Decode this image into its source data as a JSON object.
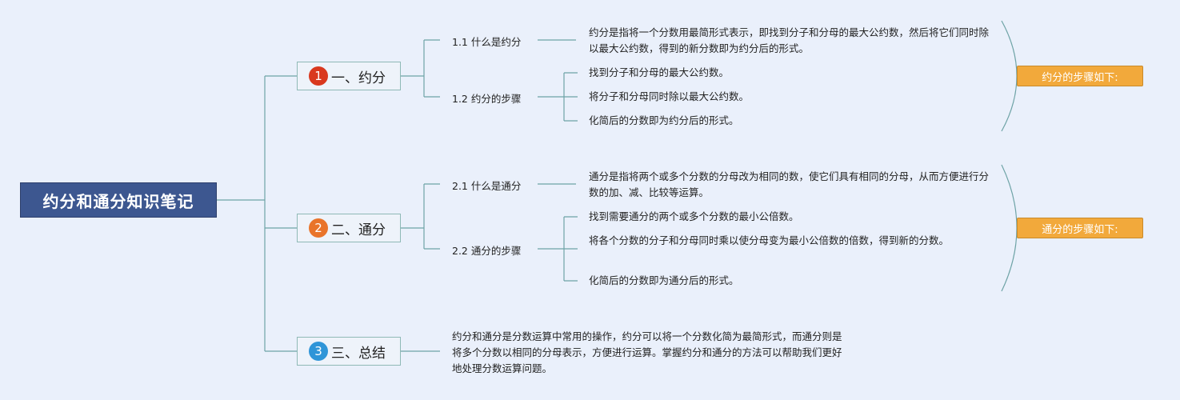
{
  "title": "约分和通分知识笔记",
  "sections": [
    {
      "number": "1",
      "label": "一、约分",
      "badge_color": "#d9381e",
      "subsections": [
        {
          "label": "1.1 什么是约分",
          "content": [
            "约分是指将一个分数用最简形式表示，即找到分子和分母的最大公约数，然后将它们同时除以最大公约数，得到的新分数即为约分后的形式。"
          ]
        },
        {
          "label": "1.2 约分的步骤",
          "content": [
            "找到分子和分母的最大公约数。",
            "将分子和分母同时除以最大公约数。",
            "化简后的分数即为约分后的形式。"
          ]
        }
      ],
      "note": "约分的步骤如下:"
    },
    {
      "number": "2",
      "label": "二、通分",
      "badge_color": "#e9742a",
      "subsections": [
        {
          "label": "2.1 什么是通分",
          "content": [
            "通分是指将两个或多个分数的分母改为相同的数，使它们具有相同的分母，从而方便进行分数的加、减、比较等运算。"
          ]
        },
        {
          "label": "2.2 通分的步骤",
          "content": [
            "找到需要通分的两个或多个分数的最小公倍数。",
            "将各个分数的分子和分母同时乘以使分母变为最小公倍数的倍数，得到新的分数。",
            "化简后的分数即为通分后的形式。"
          ]
        }
      ],
      "note": "通分的步骤如下:"
    },
    {
      "number": "3",
      "label": "三、总结",
      "badge_color": "#2f95d8",
      "content": "约分和通分是分数运算中常用的操作，约分可以将一个分数化简为最简形式，而通分则是将多个分数以相同的分母表示，方便进行运算。掌握约分和通分的方法可以帮助我们更好地处理分数运算问题。"
    }
  ],
  "colors": {
    "connector": "#6ea3a6",
    "root_bg": "#3d5790",
    "note_bg": "#f2a93b"
  }
}
